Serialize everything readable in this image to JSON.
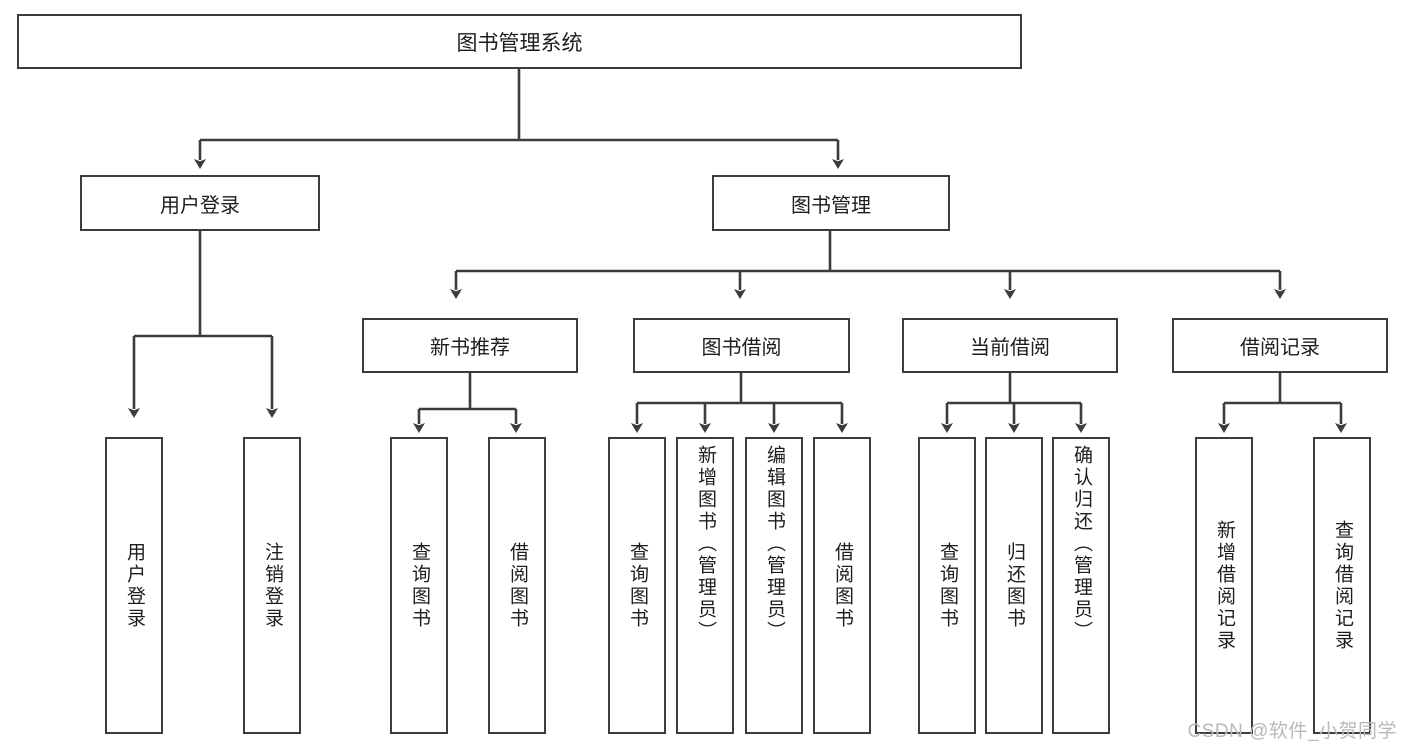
{
  "diagram": {
    "title": "图书管理系统",
    "type": "tree-hierarchy",
    "root": {
      "label": "图书管理系统"
    },
    "level2": [
      {
        "label": "用户登录"
      },
      {
        "label": "图书管理"
      }
    ],
    "level3": [
      {
        "label": "新书推荐"
      },
      {
        "label": "图书借阅"
      },
      {
        "label": "当前借阅"
      },
      {
        "label": "借阅记录"
      }
    ],
    "leaves": {
      "user_login": [
        {
          "label": "用户登录"
        },
        {
          "label": "注销登录"
        }
      ],
      "new_book_recommend": [
        {
          "label": "查询图书"
        },
        {
          "label": "借阅图书"
        }
      ],
      "book_borrow": [
        {
          "label": "查询图书"
        },
        {
          "label": "新增图书（管理员）"
        },
        {
          "label": "编辑图书（管理员）"
        },
        {
          "label": "借阅图书"
        }
      ],
      "current_borrow": [
        {
          "label": "查询图书"
        },
        {
          "label": "归还图书"
        },
        {
          "label": "确认归还（管理员）"
        }
      ],
      "borrow_record": [
        {
          "label": "新增借阅记录"
        },
        {
          "label": "查询借阅记录"
        }
      ]
    }
  },
  "watermark": {
    "text": "CSDN @软件_小贺同学"
  },
  "colors": {
    "stroke": "#3c3c3c",
    "background": "#ffffff",
    "text": "#1d1d1d",
    "watermark": "#b9b9b9"
  }
}
